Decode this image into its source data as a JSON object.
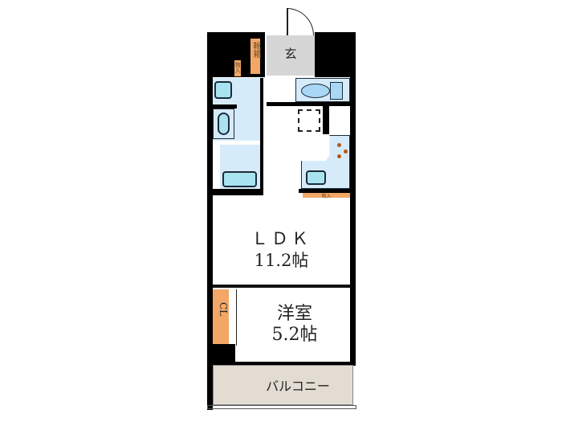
{
  "floorplan": {
    "rooms": {
      "entrance": {
        "label": "玄"
      },
      "shoe_cabinet": {
        "label": "靴箱"
      },
      "storage_small": {
        "label": "物入"
      },
      "kitchen_storage": {
        "label": "物入"
      },
      "ldk": {
        "name": "ＬＤＫ",
        "size": "11.2帖"
      },
      "western_room": {
        "name": "洋室",
        "size": "5.2帖"
      },
      "closet": {
        "label": "CL"
      },
      "balcony": {
        "label": "バルコニー"
      }
    },
    "colors": {
      "wall": "#000000",
      "wet_area": "#d6ebfa",
      "fixture": "#a9e3f0",
      "storage": "#f2a766",
      "entrance_floor": "#d6d6d6",
      "balcony": "#e3dcd3",
      "stove_burner": "#b5561c"
    }
  }
}
